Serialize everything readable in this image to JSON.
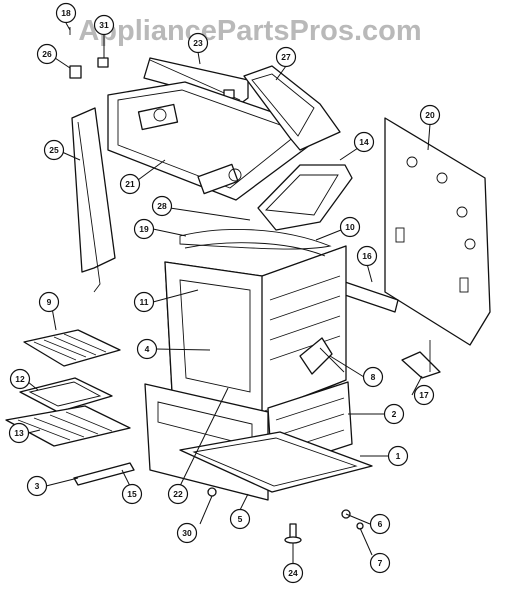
{
  "watermark": "AppliancePartsPros.com",
  "colors": {
    "line": "#111111",
    "callout_fill": "#ffffff",
    "watermark": "#b9b9b9"
  },
  "callouts": [
    "18",
    "31",
    "26",
    "23",
    "27",
    "20",
    "25",
    "14",
    "21",
    "28",
    "10",
    "19",
    "16",
    "9",
    "11",
    "4",
    "8",
    "12",
    "2",
    "17",
    "13",
    "1",
    "3",
    "15",
    "22",
    "5",
    "6",
    "30",
    "7",
    "24"
  ]
}
